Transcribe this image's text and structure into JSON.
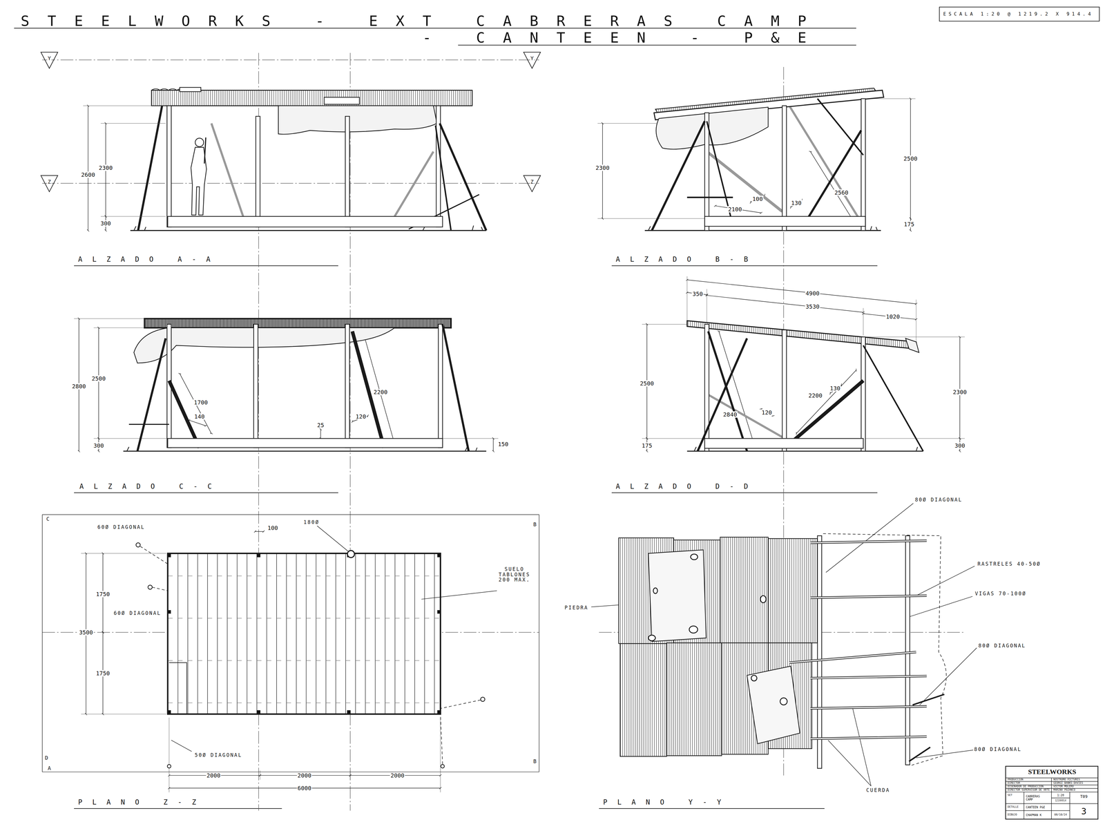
{
  "diagram": {
    "title": "STEELWORKS - EXT CABRERAS CAMP - CANTEEN - P&E",
    "labels": [
      "ESCALA 1:20 @ 1219.2 X 914.4",
      "Y",
      "Y",
      "Z",
      "Z",
      "2600",
      "2300",
      "300",
      "ALZADO A-A",
      "2300",
      "2500",
      "100",
      "130",
      "2100",
      "2560",
      "175",
      "ALZADO B-B",
      "2800",
      "2500",
      "300",
      "1700",
      "140",
      "25",
      "2200",
      "120",
      "150",
      "ALZADO C-C",
      "350",
      "4900",
      "3530",
      "1020",
      "2500",
      "2300",
      "2840",
      "120",
      "2200",
      "130",
      "175",
      "300",
      "ALZADO D-D",
      "C",
      "B",
      "60Ø DIAGONAL",
      "100",
      "180Ø",
      "1750",
      "60Ø DIAGONAL",
      "SUELO TABLONES 200 MAX.",
      "3500",
      "1750",
      "50Ø DIAGONAL",
      "D",
      "A",
      "B",
      "2000",
      "2000",
      "2000",
      "6000",
      "PLANO Z-Z",
      "80Ø DIAGONAL",
      "RASTRELES 40-50Ø",
      "PIEDRA",
      "VIGAS 70-100Ø",
      "80Ø DIAGONAL",
      "80Ø DIAGONAL",
      "CUERDA",
      "PLANO Y-Y",
      "STEELWORKS",
      "PRODUCCION",
      "NOSTROMO PICTURES",
      "DIRECTOR",
      "GEORGI BANKS-DAVIES",
      "DISEÑADOR DE PRODUCCIÓN",
      "VICTOR MOLERO",
      "DIRECTOR SUPERVISOR DE ARTE",
      "MARINA POZANCO",
      "SET",
      "CABRERAS CAMP",
      "1:20",
      "T09",
      "1219X914",
      "DETALLE",
      "CANTEEN P&E",
      "3",
      "DIBUJO",
      "CHAPMAN K",
      "08/10/24"
    ]
  }
}
